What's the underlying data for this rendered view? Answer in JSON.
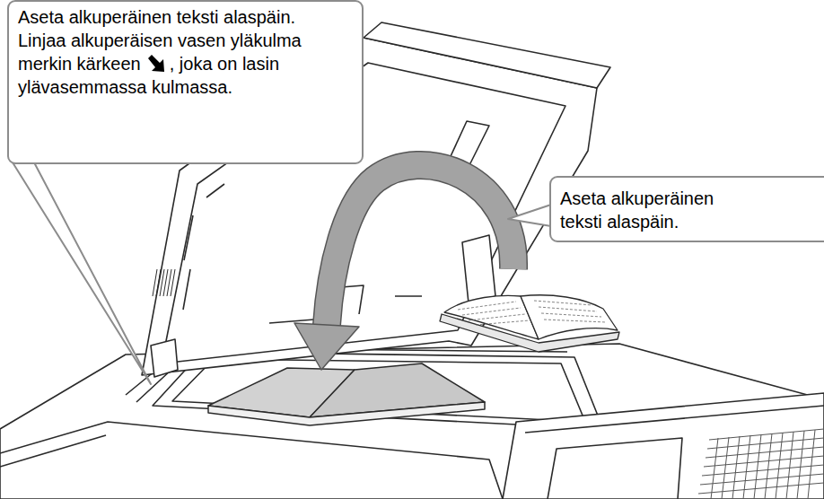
{
  "diagram": {
    "nodes": [
      {
        "text": [
          "Aseta alkuperäinen teksti alaspäin.",
          "Linjaa alkuperäisen vasen yläkulma merkin kärkeen",
          ", joka on lasin ylävasemmassa kulmassa."
        ]
      },
      {
        "text": [
          "Aseta alkuperäinen teksti alaspäin."
        ]
      }
    ]
  }
}
